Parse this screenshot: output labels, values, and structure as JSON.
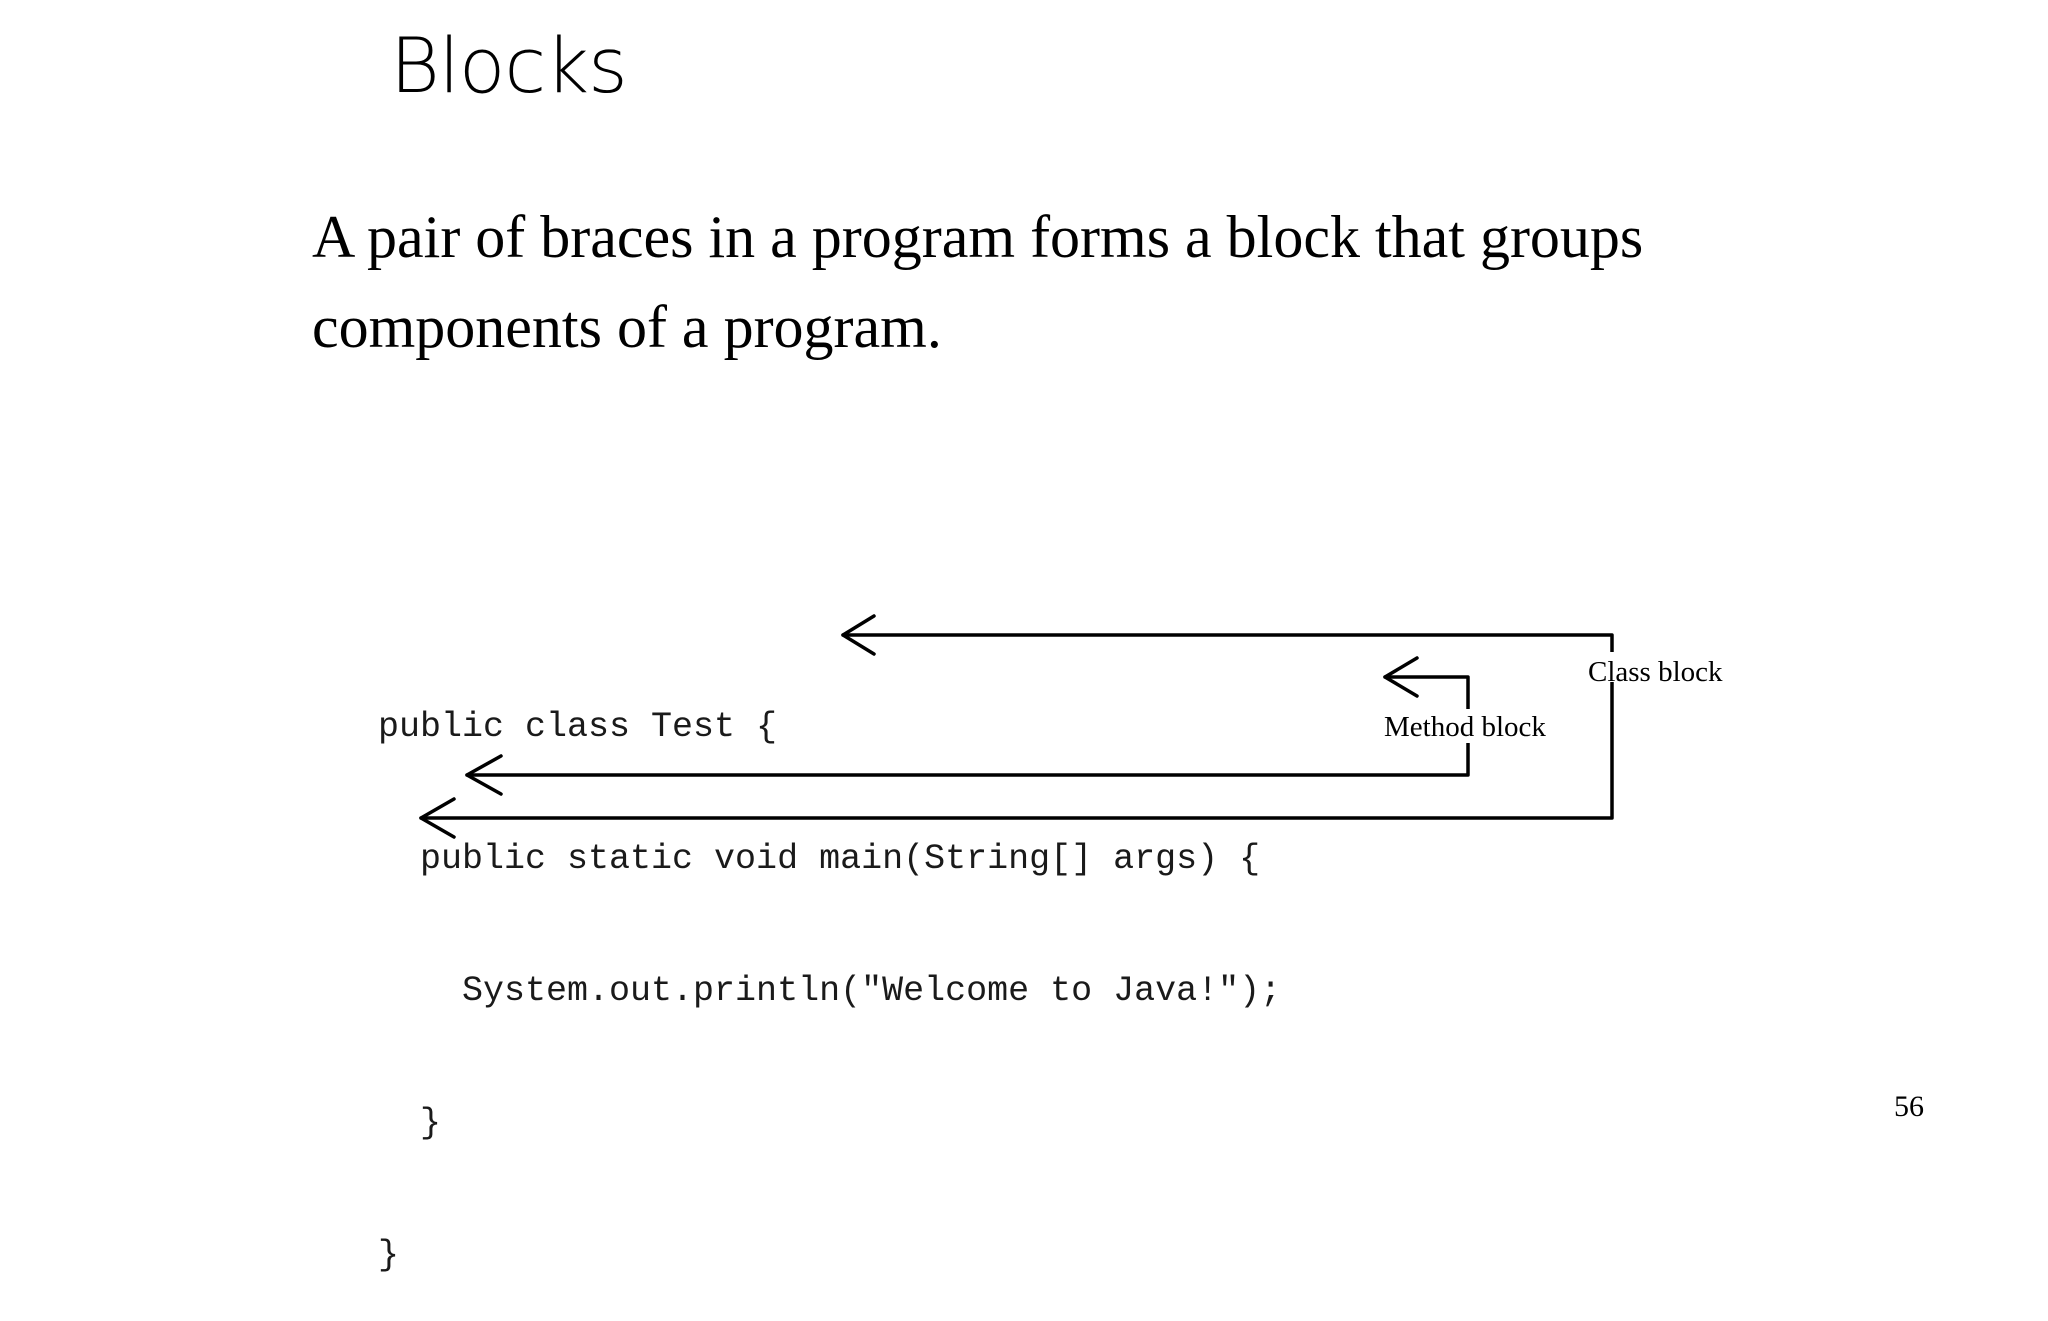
{
  "slide": {
    "title": "Blocks",
    "body": "A pair of braces in a program forms a block that groups components of a program.",
    "page_number": "56"
  },
  "code": {
    "lines": [
      "public class Test {",
      "  public static void main(String[] args) {",
      "    System.out.println(\"Welcome to Java!\");",
      "  }",
      "}"
    ]
  },
  "annotations": {
    "class_block": "Class block",
    "method_block": "Method block"
  }
}
